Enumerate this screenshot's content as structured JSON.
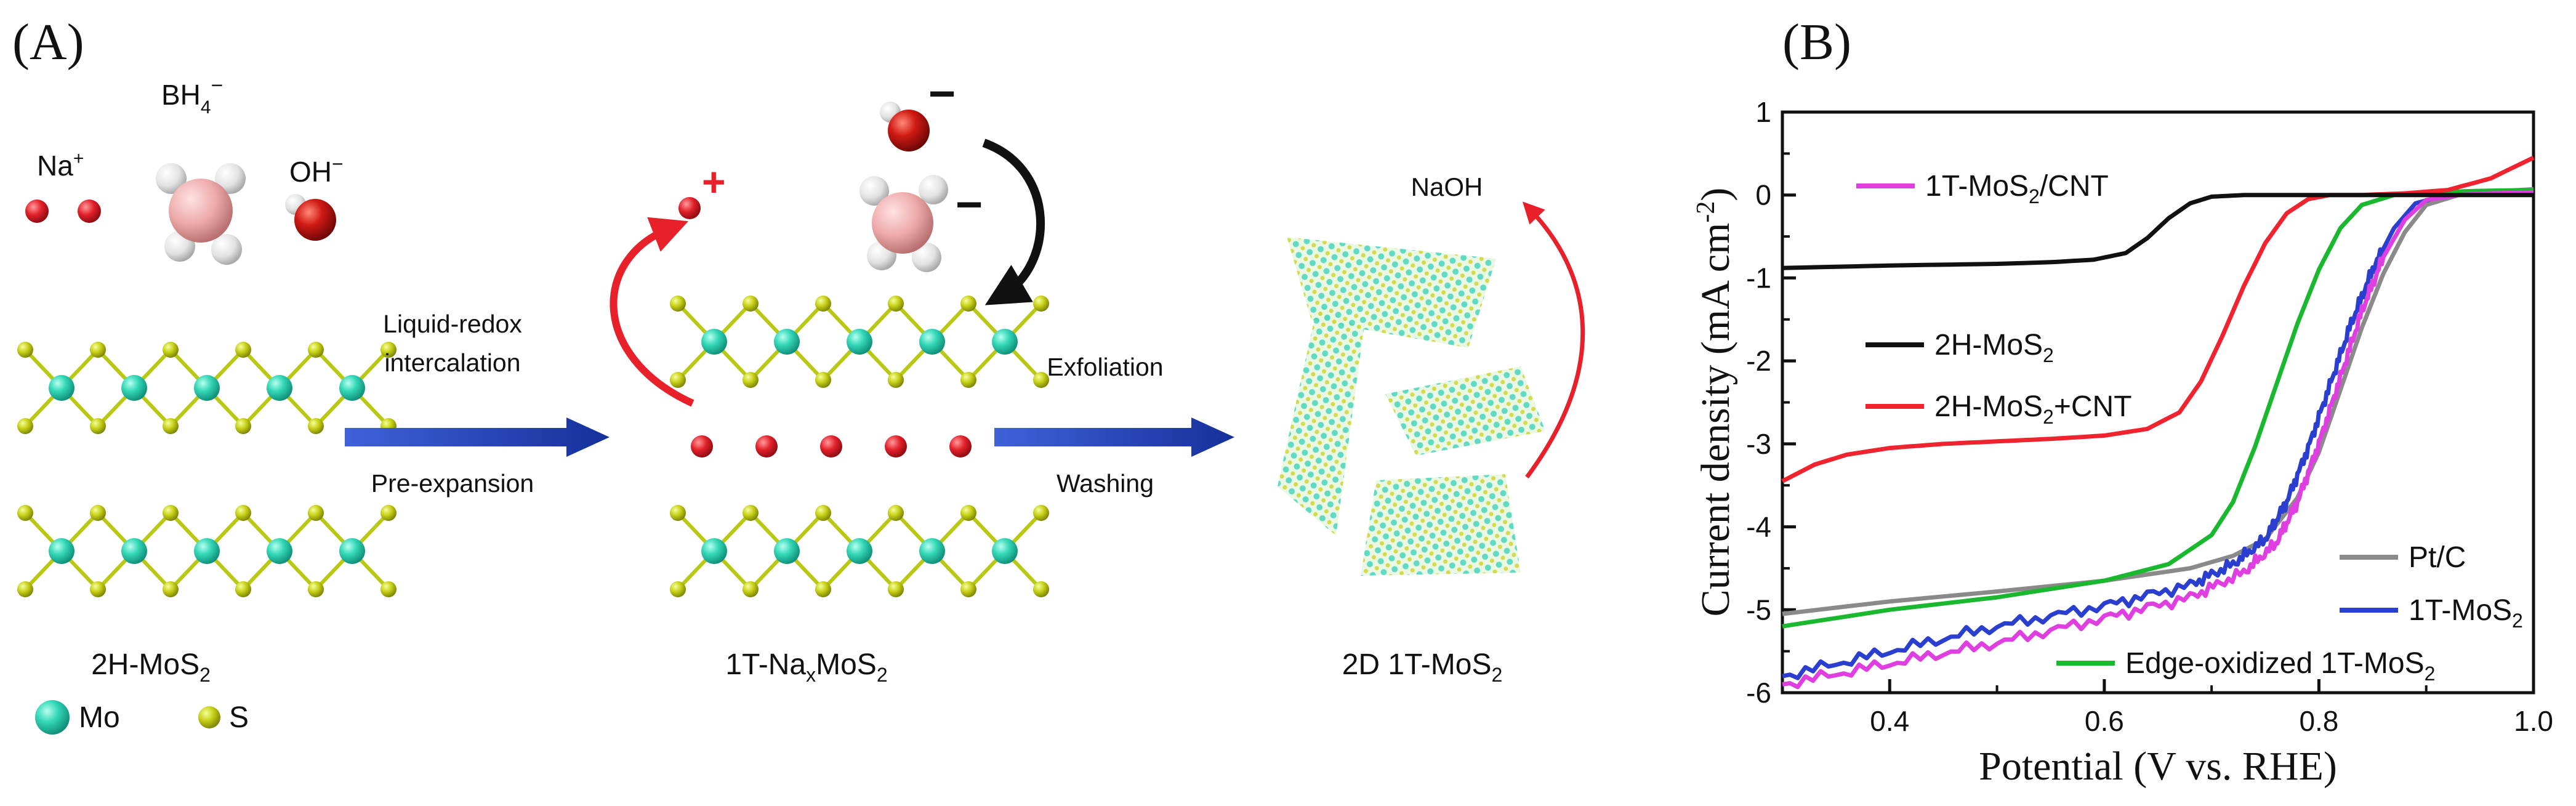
{
  "panel_a": {
    "panel_label": "(A)",
    "ions": {
      "na": "Na",
      "na_sup": "+",
      "bh": "BH",
      "bh_sub": "4",
      "bh_sup": "−",
      "oh": "OH",
      "oh_sup": "−"
    },
    "step1": {
      "top1": "Liquid-redox",
      "top2": "intercalation",
      "bottom": "Pre-expansion"
    },
    "step2": {
      "top": "Exfoliation",
      "bottom": "Washing"
    },
    "charges": {
      "plus": "+",
      "minus1": "−",
      "minus2": "−"
    },
    "naoh": "NaOH",
    "labels": {
      "s1_pre": "2H-MoS",
      "s1_sub": "2",
      "s2_pre": "1T-Na",
      "s2_sub1": "x",
      "s2_mid": "MoS",
      "s2_sub2": "2",
      "s3_pre": "2D 1T-MoS",
      "s3_sub": "2"
    },
    "legend": {
      "mo": "Mo",
      "s": "S"
    },
    "colors": {
      "mo": "#2fd0b0",
      "s": "#c6cf16",
      "na": "#e2202a",
      "arrow": "#1d3fa8"
    }
  },
  "panel_b": {
    "panel_label": "(B)"
  },
  "chart_data": {
    "type": "line",
    "xlabel": "Potential (V vs. RHE)",
    "ylabel": "Current density (mA cm",
    "ylabel_sup": "-2",
    "ylabel_end": ")",
    "xlim": [
      0.3,
      1.0
    ],
    "ylim": [
      -6,
      1
    ],
    "xticks": [
      "0.4",
      "0.6",
      "0.8",
      "1.0"
    ],
    "xtick_values": [
      0.4,
      0.6,
      0.8,
      1.0
    ],
    "yticks": [
      "1",
      "0",
      "-1",
      "-2",
      "-3",
      "-4",
      "-5",
      "-6"
    ],
    "ytick_values": [
      1,
      0,
      -1,
      -2,
      -3,
      -4,
      -5,
      -6
    ],
    "grid": false,
    "series": [
      {
        "name": "Pt/C",
        "legend": [
          "Pt/C",
          "",
          ""
        ],
        "color": "#8a8a8a",
        "x": [
          0.3,
          0.4,
          0.5,
          0.6,
          0.68,
          0.72,
          0.75,
          0.78,
          0.8,
          0.82,
          0.84,
          0.86,
          0.88,
          0.9,
          0.93,
          0.96,
          1.0
        ],
        "y": [
          -5.05,
          -4.9,
          -4.78,
          -4.65,
          -4.5,
          -4.35,
          -4.15,
          -3.65,
          -3.1,
          -2.35,
          -1.6,
          -0.95,
          -0.45,
          -0.12,
          0.0,
          0.04,
          0.07
        ]
      },
      {
        "name": "1T-MoS2",
        "legend": [
          "1T-MoS",
          "2",
          ""
        ],
        "color": "#2a3fd0",
        "noisy": true,
        "x": [
          0.3,
          0.4,
          0.5,
          0.6,
          0.68,
          0.72,
          0.75,
          0.77,
          0.79,
          0.81,
          0.83,
          0.85,
          0.87,
          0.89,
          0.92,
          0.96,
          1.0
        ],
        "y": [
          -5.8,
          -5.5,
          -5.2,
          -4.95,
          -4.7,
          -4.45,
          -4.15,
          -3.7,
          -3.05,
          -2.3,
          -1.55,
          -0.9,
          -0.4,
          -0.1,
          0.0,
          0.03,
          0.05
        ]
      },
      {
        "name": "Edge-oxidized 1T-MoS2",
        "legend": [
          "Edge-oxidized 1T-MoS",
          "2",
          ""
        ],
        "color": "#19b82f",
        "x": [
          0.3,
          0.4,
          0.5,
          0.6,
          0.66,
          0.7,
          0.72,
          0.74,
          0.76,
          0.78,
          0.8,
          0.82,
          0.84,
          0.87,
          0.9,
          0.95,
          1.0
        ],
        "y": [
          -5.2,
          -5.0,
          -4.85,
          -4.65,
          -4.45,
          -4.1,
          -3.7,
          -3.05,
          -2.3,
          -1.55,
          -0.9,
          -0.4,
          -0.12,
          0.0,
          0.03,
          0.05,
          0.06
        ]
      },
      {
        "name": "1T-MoS2/CNT",
        "legend": [
          "1T-MoS",
          "2",
          "/CNT"
        ],
        "color": "#df3fe0",
        "noisy": true,
        "x": [
          0.3,
          0.4,
          0.5,
          0.6,
          0.68,
          0.73,
          0.76,
          0.78,
          0.8,
          0.82,
          0.84,
          0.86,
          0.88,
          0.9,
          0.93,
          0.96,
          1.0
        ],
        "y": [
          -5.9,
          -5.65,
          -5.4,
          -5.1,
          -4.85,
          -4.55,
          -4.2,
          -3.7,
          -3.0,
          -2.2,
          -1.4,
          -0.75,
          -0.3,
          -0.06,
          0.0,
          0.02,
          0.03
        ]
      },
      {
        "name": "2H-MoS2+CNT",
        "legend": [
          "2H-MoS",
          "2",
          "+CNT"
        ],
        "color": "#f0232e",
        "x": [
          0.3,
          0.33,
          0.36,
          0.4,
          0.45,
          0.5,
          0.55,
          0.6,
          0.64,
          0.67,
          0.69,
          0.71,
          0.73,
          0.75,
          0.77,
          0.79,
          0.81,
          0.84,
          0.88,
          0.92,
          0.96,
          1.0
        ],
        "y": [
          -3.45,
          -3.25,
          -3.13,
          -3.05,
          -3.0,
          -2.97,
          -2.94,
          -2.9,
          -2.82,
          -2.62,
          -2.25,
          -1.7,
          -1.1,
          -0.58,
          -0.22,
          -0.05,
          0.0,
          0.0,
          0.02,
          0.06,
          0.2,
          0.45
        ]
      },
      {
        "name": "2H-MoS2",
        "legend": [
          "2H-MoS",
          "2",
          ""
        ],
        "color": "#111111",
        "x": [
          0.3,
          0.4,
          0.5,
          0.55,
          0.59,
          0.62,
          0.64,
          0.66,
          0.68,
          0.7,
          0.73,
          0.8,
          0.9,
          1.0
        ],
        "y": [
          -0.88,
          -0.85,
          -0.83,
          -0.81,
          -0.78,
          -0.7,
          -0.52,
          -0.28,
          -0.1,
          -0.02,
          0.0,
          0.0,
          0.0,
          0.0
        ]
      }
    ]
  }
}
